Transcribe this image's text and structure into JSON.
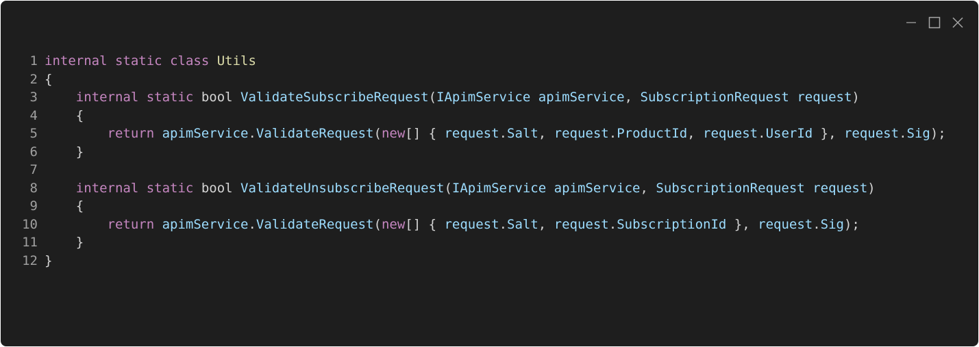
{
  "window_controls": {
    "minimize": "minimize-icon",
    "maximize": "maximize-icon",
    "close": "close-icon"
  },
  "colors": {
    "background": "#1e1e1e",
    "keyword": "#c586c0",
    "type": "#dcdcaa",
    "identifier": "#9cdcfe",
    "plain": "#d4d4d4",
    "line_number": "#a0a0a0"
  },
  "code": {
    "lines": [
      {
        "number": "1",
        "tokens": [
          {
            "t": "internal",
            "c": "kw"
          },
          {
            "t": " ",
            "c": "pl"
          },
          {
            "t": "static",
            "c": "kw"
          },
          {
            "t": " ",
            "c": "pl"
          },
          {
            "t": "class",
            "c": "kw"
          },
          {
            "t": " ",
            "c": "pl"
          },
          {
            "t": "Utils",
            "c": "ty"
          }
        ]
      },
      {
        "number": "2",
        "tokens": [
          {
            "t": "{",
            "c": "pl"
          }
        ]
      },
      {
        "number": "3",
        "tokens": [
          {
            "t": "    ",
            "c": "pl"
          },
          {
            "t": "internal",
            "c": "kw"
          },
          {
            "t": " ",
            "c": "pl"
          },
          {
            "t": "static",
            "c": "kw"
          },
          {
            "t": " ",
            "c": "pl"
          },
          {
            "t": "bool",
            "c": "pl"
          },
          {
            "t": " ",
            "c": "pl"
          },
          {
            "t": "ValidateSubscribeRequest",
            "c": "id"
          },
          {
            "t": "(",
            "c": "pl"
          },
          {
            "t": "IApimService",
            "c": "id"
          },
          {
            "t": " ",
            "c": "pl"
          },
          {
            "t": "apimService",
            "c": "id"
          },
          {
            "t": ", ",
            "c": "pl"
          },
          {
            "t": "SubscriptionRequest",
            "c": "id"
          },
          {
            "t": " ",
            "c": "pl"
          },
          {
            "t": "request",
            "c": "id"
          },
          {
            "t": ")",
            "c": "pl"
          }
        ]
      },
      {
        "number": "4",
        "tokens": [
          {
            "t": "    {",
            "c": "pl"
          }
        ]
      },
      {
        "number": "5",
        "tokens": [
          {
            "t": "        ",
            "c": "pl"
          },
          {
            "t": "return",
            "c": "kw"
          },
          {
            "t": " ",
            "c": "pl"
          },
          {
            "t": "apimService",
            "c": "id"
          },
          {
            "t": ".",
            "c": "pl"
          },
          {
            "t": "ValidateRequest",
            "c": "id"
          },
          {
            "t": "(",
            "c": "pl"
          },
          {
            "t": "new",
            "c": "kw"
          },
          {
            "t": "[] { ",
            "c": "pl"
          },
          {
            "t": "request",
            "c": "id"
          },
          {
            "t": ".",
            "c": "pl"
          },
          {
            "t": "Salt",
            "c": "id"
          },
          {
            "t": ", ",
            "c": "pl"
          },
          {
            "t": "request",
            "c": "id"
          },
          {
            "t": ".",
            "c": "pl"
          },
          {
            "t": "ProductId",
            "c": "id"
          },
          {
            "t": ", ",
            "c": "pl"
          },
          {
            "t": "request",
            "c": "id"
          },
          {
            "t": ".",
            "c": "pl"
          },
          {
            "t": "UserId",
            "c": "id"
          },
          {
            "t": " }, ",
            "c": "pl"
          },
          {
            "t": "request",
            "c": "id"
          },
          {
            "t": ".",
            "c": "pl"
          },
          {
            "t": "Sig",
            "c": "id"
          },
          {
            "t": ");",
            "c": "pl"
          }
        ]
      },
      {
        "number": "6",
        "tokens": [
          {
            "t": "    }",
            "c": "pl"
          }
        ]
      },
      {
        "number": "7",
        "tokens": []
      },
      {
        "number": "8",
        "tokens": [
          {
            "t": "    ",
            "c": "pl"
          },
          {
            "t": "internal",
            "c": "kw"
          },
          {
            "t": " ",
            "c": "pl"
          },
          {
            "t": "static",
            "c": "kw"
          },
          {
            "t": " ",
            "c": "pl"
          },
          {
            "t": "bool",
            "c": "pl"
          },
          {
            "t": " ",
            "c": "pl"
          },
          {
            "t": "ValidateUnsubscribeRequest",
            "c": "id"
          },
          {
            "t": "(",
            "c": "pl"
          },
          {
            "t": "IApimService",
            "c": "id"
          },
          {
            "t": " ",
            "c": "pl"
          },
          {
            "t": "apimService",
            "c": "id"
          },
          {
            "t": ", ",
            "c": "pl"
          },
          {
            "t": "SubscriptionRequest",
            "c": "id"
          },
          {
            "t": " ",
            "c": "pl"
          },
          {
            "t": "request",
            "c": "id"
          },
          {
            "t": ")",
            "c": "pl"
          }
        ]
      },
      {
        "number": "9",
        "tokens": [
          {
            "t": "    {",
            "c": "pl"
          }
        ]
      },
      {
        "number": "10",
        "tokens": [
          {
            "t": "        ",
            "c": "pl"
          },
          {
            "t": "return",
            "c": "kw"
          },
          {
            "t": " ",
            "c": "pl"
          },
          {
            "t": "apimService",
            "c": "id"
          },
          {
            "t": ".",
            "c": "pl"
          },
          {
            "t": "ValidateRequest",
            "c": "id"
          },
          {
            "t": "(",
            "c": "pl"
          },
          {
            "t": "new",
            "c": "kw"
          },
          {
            "t": "[] { ",
            "c": "pl"
          },
          {
            "t": "request",
            "c": "id"
          },
          {
            "t": ".",
            "c": "pl"
          },
          {
            "t": "Salt",
            "c": "id"
          },
          {
            "t": ", ",
            "c": "pl"
          },
          {
            "t": "request",
            "c": "id"
          },
          {
            "t": ".",
            "c": "pl"
          },
          {
            "t": "SubscriptionId",
            "c": "id"
          },
          {
            "t": " }, ",
            "c": "pl"
          },
          {
            "t": "request",
            "c": "id"
          },
          {
            "t": ".",
            "c": "pl"
          },
          {
            "t": "Sig",
            "c": "id"
          },
          {
            "t": ");",
            "c": "pl"
          }
        ]
      },
      {
        "number": "11",
        "tokens": [
          {
            "t": "    }",
            "c": "pl"
          }
        ]
      },
      {
        "number": "12",
        "tokens": [
          {
            "t": "}",
            "c": "pl"
          }
        ]
      }
    ]
  }
}
